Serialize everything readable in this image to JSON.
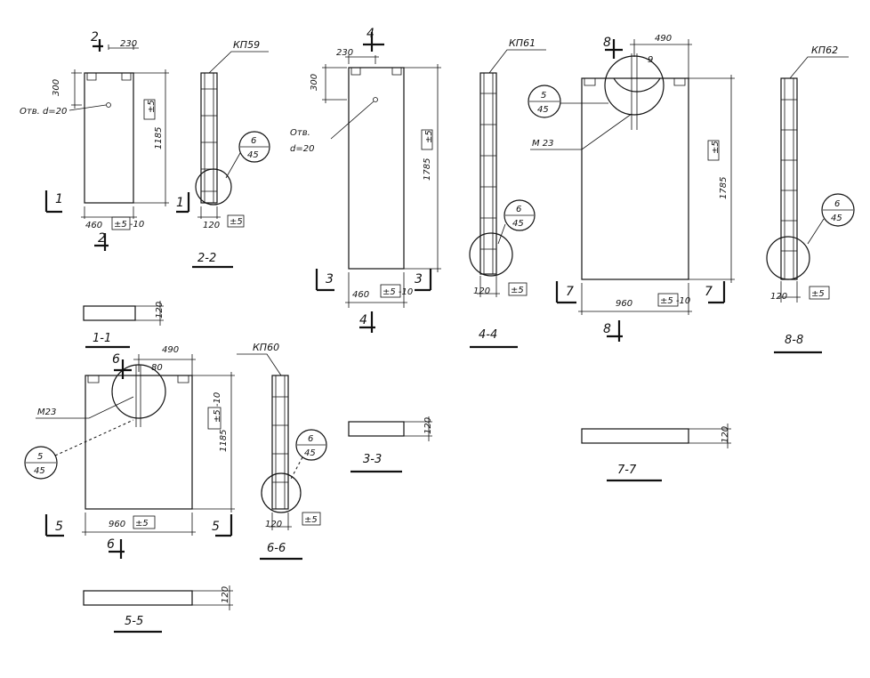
{
  "panels": {
    "p1": {
      "label": "КП59",
      "section": "2-2",
      "cut_a": "1",
      "cut_b": "2",
      "width": "460",
      "width_tol": "±5 -10",
      "height": "1185",
      "height_tol": "±5",
      "top_offset": "300",
      "top_width": "230",
      "hole": "Отв. d=20",
      "thickness": "120",
      "thickness_tol": "±5",
      "detail_num": "6",
      "detail_sheet": "45"
    },
    "p2": {
      "label": "КП61",
      "section": "4-4",
      "cut_a": "3",
      "cut_b": "4",
      "width": "460",
      "width_tol": "±5 -10",
      "height": "1785",
      "height_tol": "±5",
      "top_offset": "300",
      "top_width": "230",
      "hole_a": "Отв.",
      "hole_b": "d=20",
      "thickness": "120",
      "thickness_tol": "±5",
      "detail_num": "6",
      "detail_sheet": "45"
    },
    "p3": {
      "label": "КП62",
      "section": "8-8",
      "cut_a": "7",
      "cut_b": "8",
      "width": "960",
      "width_tol": "±5 -10",
      "height": "1785",
      "height_tol": "±5",
      "top_width": "490",
      "top_small": "9",
      "marker": "М 23",
      "detail5_num": "5",
      "detail5_sheet": "45",
      "thickness": "120",
      "thickness_tol": "±5",
      "detail_num": "6",
      "detail_sheet": "45"
    },
    "p4": {
      "label": "КП60",
      "section": "6-6",
      "cut_a": "5",
      "cut_b": "6",
      "width": "960",
      "width_tol": "±5",
      "height": "1185",
      "height_tol": "±5 -10",
      "top_width": "490",
      "top_small": "80",
      "marker": "М23",
      "detail5_num": "5",
      "detail5_sheet": "45",
      "thickness": "120",
      "thickness_tol": "±5",
      "detail_num": "6",
      "detail_sheet": "45"
    }
  },
  "sections": {
    "s11": {
      "label": "1-1",
      "dim": "120"
    },
    "s33": {
      "label": "3-3",
      "dim": "120"
    },
    "s55": {
      "label": "5-5",
      "dim": "120"
    },
    "s77": {
      "label": "7-7",
      "dim": "120"
    }
  }
}
